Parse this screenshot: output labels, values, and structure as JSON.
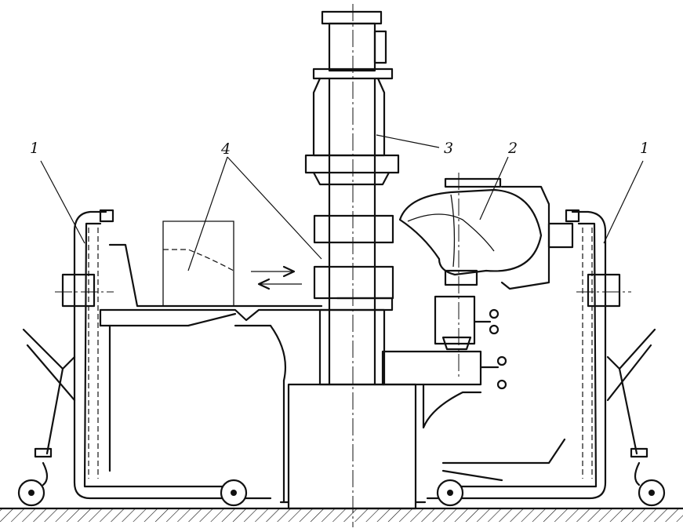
{
  "labels": {
    "frame_left": "1",
    "frame_right": "1",
    "impeller": "2",
    "column": "3",
    "table": "4"
  },
  "colors": {
    "ink": "#111111",
    "paper": "#ffffff"
  }
}
